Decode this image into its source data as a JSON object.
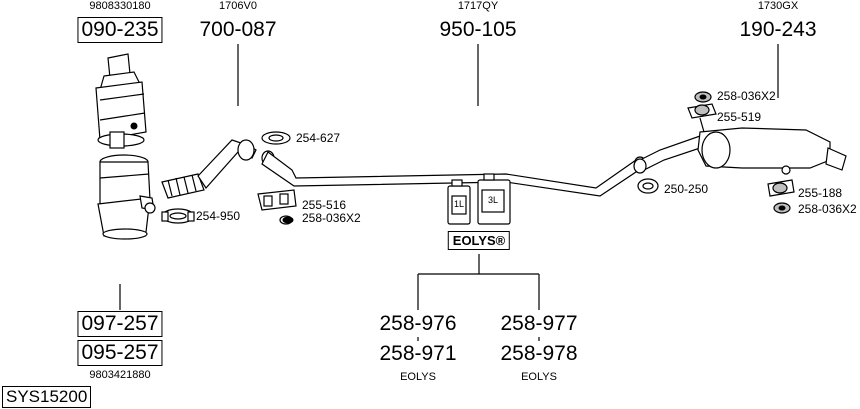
{
  "system_code": "SYS15200",
  "parts": {
    "dpf_top": {
      "oem": "9808330180",
      "part": "090-235"
    },
    "dpf_bottom": {
      "oem": "9803421880",
      "part_a": "097-257",
      "part_b": "095-257"
    },
    "front_pipe": {
      "oem": "1706V0",
      "part": "700-087"
    },
    "mid_pipe": {
      "oem": "1717QY",
      "part": "950-105"
    },
    "rear_silencer": {
      "oem": "1730GX",
      "part": "190-243"
    }
  },
  "fittings": {
    "f254_950": "254-950",
    "f254_627": "254-627",
    "f255_516": "255-516",
    "f258_036x2_a": "258-036X2",
    "f250_250": "250-250",
    "f258_036x2_b": "258-036X2",
    "f255_519": "255-519",
    "f255_188": "255-188",
    "f258_036x2_c": "258-036X2"
  },
  "eolys": {
    "brand": "EOLYS®",
    "bottle_small": "1L",
    "bottle_large": "3L",
    "left": {
      "part_a": "258-976",
      "part_b": "258-971",
      "caption": "EOLYS"
    },
    "right": {
      "part_a": "258-977",
      "part_b": "258-978",
      "caption": "EOLYS"
    }
  }
}
